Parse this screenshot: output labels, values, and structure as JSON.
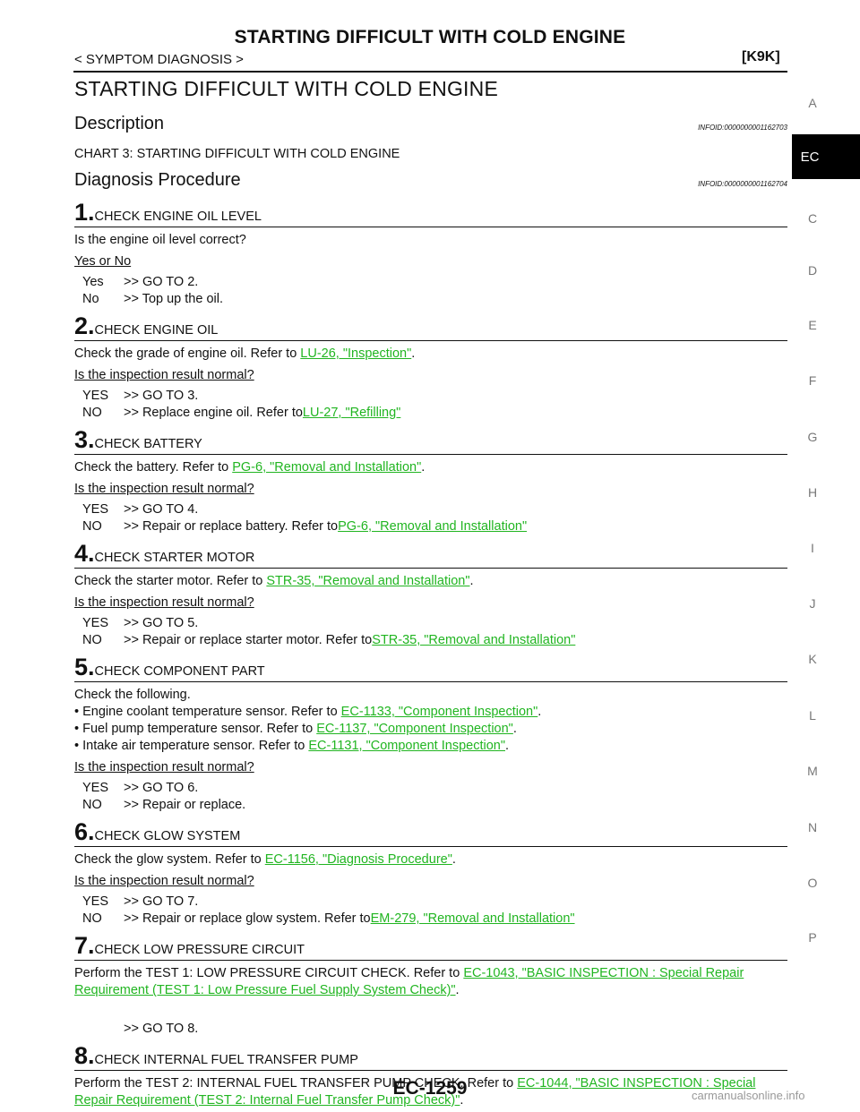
{
  "header": {
    "title": "STARTING DIFFICULT WITH COLD ENGINE",
    "breadcrumb": "< SYMPTOM DIAGNOSIS >",
    "model_code": "[K9K]"
  },
  "side_index": {
    "letters": [
      "A",
      "EC",
      "C",
      "D",
      "E",
      "F",
      "G",
      "H",
      "I",
      "J",
      "K",
      "L",
      "M",
      "N",
      "O",
      "P"
    ],
    "active": "EC"
  },
  "page_title": "STARTING DIFFICULT WITH COLD ENGINE",
  "description": {
    "title": "Description",
    "infoid": "INFOID:0000000001162703",
    "text": "CHART 3: STARTING DIFFICULT WITH COLD ENGINE"
  },
  "procedure": {
    "title": "Diagnosis Procedure",
    "infoid": "INFOID:0000000001162704"
  },
  "steps": [
    {
      "num": "1.",
      "label": "CHECK ENGINE OIL LEVEL",
      "text": "Is the engine oil level correct?",
      "question": "Yes or No",
      "answers": [
        {
          "key": "Yes",
          "text": ">> GO TO 2."
        },
        {
          "key": "No",
          "text": ">> Top up the oil."
        }
      ]
    },
    {
      "num": "2.",
      "label": "CHECK ENGINE OIL",
      "text_pre": "Check the grade of engine oil. Refer to ",
      "text_link": "LU-26, \"Inspection\"",
      "text_post": ".",
      "question": "Is the inspection result normal?",
      "answers": [
        {
          "key": "YES",
          "text": ">> GO TO 3."
        },
        {
          "key": "NO",
          "text": ">> Replace engine oil. Refer to ",
          "link": "LU-27, \"Refilling\""
        }
      ]
    },
    {
      "num": "3.",
      "label": "CHECK BATTERY",
      "text_pre": "Check the battery. Refer to ",
      "text_link": "PG-6, \"Removal and Installation\"",
      "text_post": ".",
      "question": "Is the inspection result normal?",
      "answers": [
        {
          "key": "YES",
          "text": ">> GO TO 4."
        },
        {
          "key": "NO",
          "text": ">> Repair or replace battery. Refer to ",
          "link": "PG-6, \"Removal and Installation\""
        }
      ]
    },
    {
      "num": "4.",
      "label": "CHECK STARTER MOTOR",
      "text_pre": "Check the starter motor. Refer to ",
      "text_link": "STR-35, \"Removal and Installation\"",
      "text_post": ".",
      "question": "Is the inspection result normal?",
      "answers": [
        {
          "key": "YES",
          "text": ">> GO TO 5."
        },
        {
          "key": "NO",
          "text": ">> Repair or replace starter motor. Refer to ",
          "link": "STR-35, \"Removal and Installation\""
        }
      ]
    },
    {
      "num": "5.",
      "label": "CHECK COMPONENT PART",
      "text": "Check the following.",
      "bullets": [
        {
          "pre": "• Engine coolant temperature sensor. Refer to ",
          "link": "EC-1133, \"Component Inspection\"",
          "post": "."
        },
        {
          "pre": "• Fuel pump temperature sensor. Refer to ",
          "link": "EC-1137, \"Component Inspection\"",
          "post": "."
        },
        {
          "pre": "• Intake air temperature sensor. Refer to ",
          "link": "EC-1131, \"Component Inspection\"",
          "post": "."
        }
      ],
      "question": "Is the inspection result normal?",
      "answers": [
        {
          "key": "YES",
          "text": ">> GO TO 6."
        },
        {
          "key": "NO",
          "text": ">> Repair or replace."
        }
      ]
    },
    {
      "num": "6.",
      "label": "CHECK GLOW SYSTEM",
      "text_pre": "Check the glow system. Refer to ",
      "text_link": "EC-1156, \"Diagnosis Procedure\"",
      "text_post": ".",
      "question": "Is the inspection result normal?",
      "answers": [
        {
          "key": "YES",
          "text": ">> GO TO 7."
        },
        {
          "key": "NO",
          "text": ">> Repair or replace glow system. Refer to ",
          "link": "EM-279, \"Removal and Installation\""
        }
      ]
    },
    {
      "num": "7.",
      "label": "CHECK LOW PRESSURE CIRCUIT",
      "text_pre": "Perform the TEST 1: LOW PRESSURE CIRCUIT CHECK. Refer to ",
      "text_link": "EC-1043, \"BASIC INSPECTION : Special Repair Requirement (TEST 1: Low Pressure Fuel Supply System Check)\"",
      "text_post": ".",
      "answers": [
        {
          "key": "",
          "text": ">> GO TO 8."
        }
      ]
    },
    {
      "num": "8.",
      "label": "CHECK INTERNAL FUEL TRANSFER PUMP",
      "text_pre": "Perform the TEST 2: INTERNAL FUEL TRANSFER PUMP CHECK. Refer to ",
      "text_link": "EC-1044, \"BASIC INSPECTION : Special Repair Requirement (TEST 2: Internal Fuel Transfer Pump Check)\"",
      "text_post": "."
    }
  ],
  "footer": {
    "page_number": "EC-1259",
    "watermark": "carmanualsonline.info"
  }
}
